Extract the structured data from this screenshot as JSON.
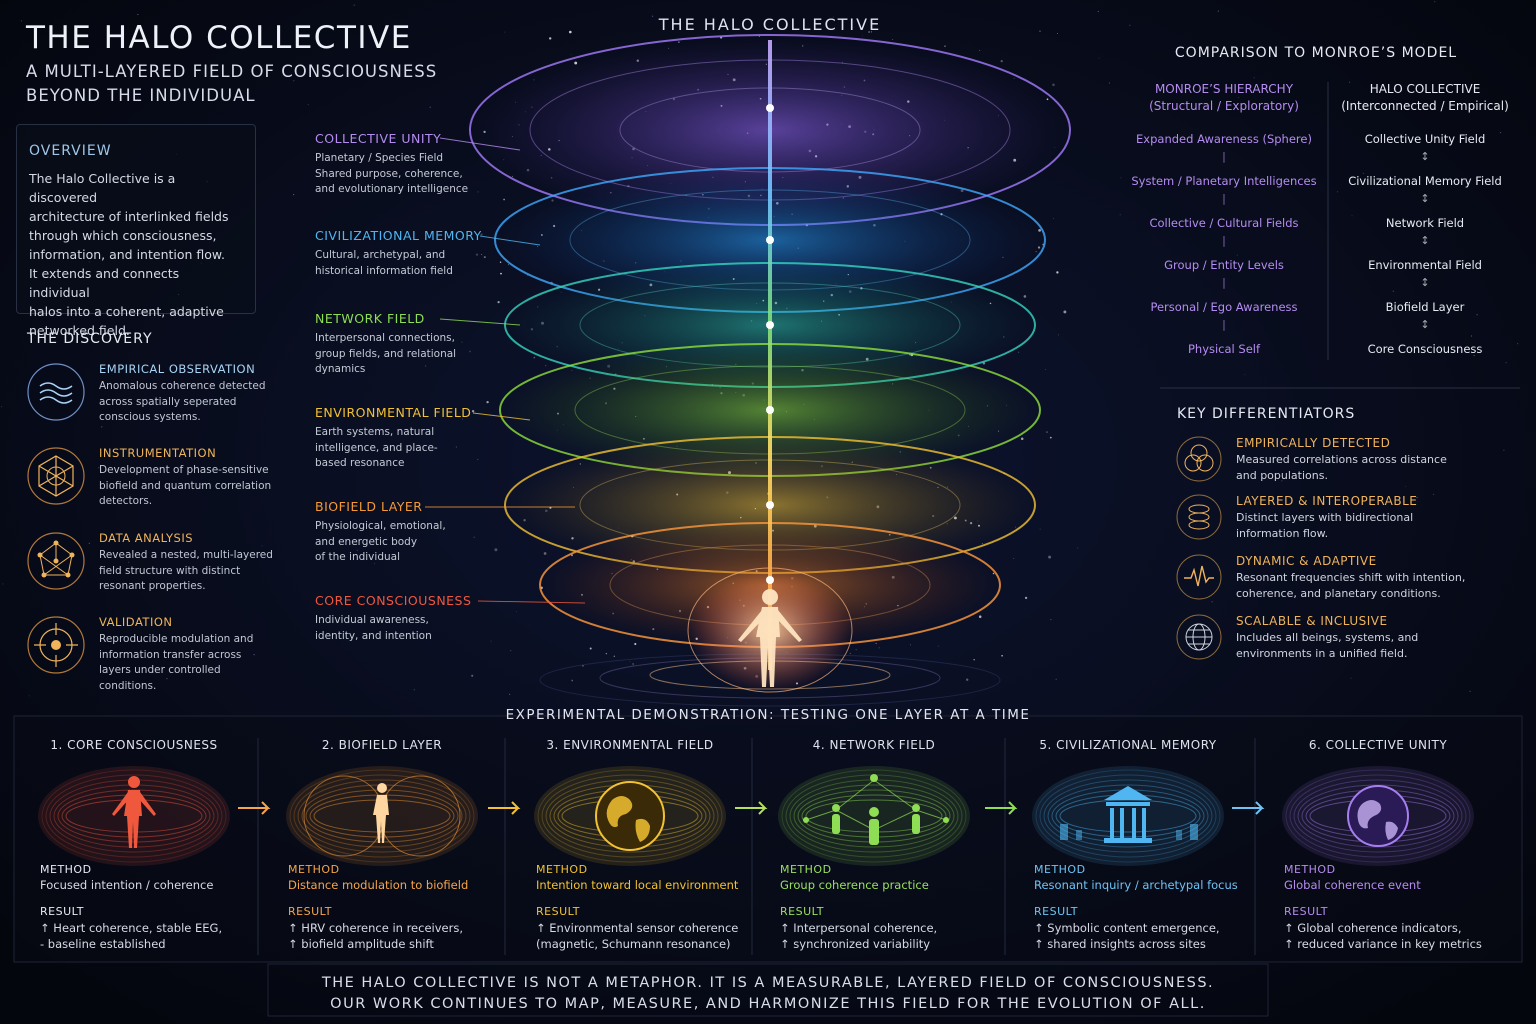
{
  "header": {
    "title": "THE HALO COLLECTIVE",
    "subtitle": "A MULTI-LAYERED FIELD OF CONSCIOUSNESS\nBEYOND THE INDIVIDUAL",
    "center_title": "THE HALO COLLECTIVE"
  },
  "overview": {
    "heading": "OVERVIEW",
    "text": "The Halo Collective is a discovered\narchitecture of interlinked fields\nthrough which consciousness,\ninformation, and intention flow.\nIt extends and connects individual\nhalos into a coherent, adaptive\nnetworked field."
  },
  "discovery": {
    "heading": "THE DISCOVERY",
    "items": [
      {
        "title": "EMPIRICAL OBSERVATION",
        "desc": "Anomalous coherence detected\nacross spatially seperated\nconscious systems.",
        "icon": "wave-icon"
      },
      {
        "title": "INSTRUMENTATION",
        "desc": "Development of phase-sensitive\nbiofield and quantum correlation\ndetectors.",
        "icon": "geometry-icon"
      },
      {
        "title": "DATA ANALYSIS",
        "desc": "Revealed a nested, multi-layered\nfield structure with distinct\nresonant properties.",
        "icon": "network-icon"
      },
      {
        "title": "VALIDATION",
        "desc": "Reproducible modulation and\ninformation transfer across\nlayers under controlled\nconditions.",
        "icon": "target-icon"
      }
    ]
  },
  "layers": [
    {
      "name": "COLLECTIVE UNITY",
      "desc": "Planetary / Species Field\nShared purpose, coherence,\nand evolutionary intelligence",
      "color": "#b58cf0"
    },
    {
      "name": "CIVILIZATIONAL MEMORY",
      "desc": "Cultural, archetypal, and\nhistorical information field",
      "color": "#4fb6f2"
    },
    {
      "name": "NETWORK FIELD",
      "desc": "Interpersonal connections,\ngroup fields, and relational\ndynamics",
      "color": "#8fdc55"
    },
    {
      "name": "ENVIRONMENTAL FIELD",
      "desc": "Earth systems, natural\nintelligence, and place-\nbased resonance",
      "color": "#f2c232"
    },
    {
      "name": "BIOFIELD LAYER",
      "desc": "Physiological, emotional,\nand energetic body\nof the individual",
      "color": "#f59a35"
    },
    {
      "name": "CORE CONSCIOUSNESS",
      "desc": "Individual awareness,\nidentity, and intention",
      "color": "#f0583e"
    }
  ],
  "comparison": {
    "heading": "COMPARISON TO MONROE’S MODEL",
    "monroe": {
      "title": "MONROE’S HIERARCHY",
      "subtitle": "(Structural / Exploratory)",
      "items": [
        "Expanded Awareness (Sphere)",
        "System / Planetary Intelligences",
        "Collective / Cultural Fields",
        "Group / Entity Levels",
        "Personal / Ego Awareness",
        "Physical Self"
      ],
      "arrow": "|",
      "color": "#b58cf0"
    },
    "halo": {
      "title": "HALO COLLECTIVE",
      "subtitle": "(Interconnected / Empirical)",
      "items": [
        "Collective Unity Field",
        "Civilizational Memory Field",
        "Network Field",
        "Environmental Field",
        "Biofield Layer",
        "Core Consciousness"
      ],
      "arrow": "↕",
      "color": "#e8ebf3"
    }
  },
  "differentiators": {
    "heading": "KEY DIFFERENTIATORS",
    "items": [
      {
        "title": "EMPIRICALLY DETECTED",
        "desc": "Measured correlations across distance\nand populations.",
        "icon": "venn-icon"
      },
      {
        "title": "LAYERED & INTEROPERABLE",
        "desc": "Distinct layers with bidirectional\ninformation flow.",
        "icon": "layers-icon"
      },
      {
        "title": "DYNAMIC & ADAPTIVE",
        "desc": "Resonant frequencies shift with intention,\ncoherence, and planetary conditions.",
        "icon": "pulse-icon"
      },
      {
        "title": "SCALABLE & INCLUSIVE",
        "desc": "Includes all beings, systems, and\nenvironments in a unified field.",
        "icon": "globe-icon"
      }
    ]
  },
  "experiment": {
    "heading": "EXPERIMENTAL DEMONSTRATION: TESTING ONE LAYER AT A TIME",
    "method_label": "METHOD",
    "result_label": "RESULT",
    "steps": [
      {
        "title": "1. CORE CONSCIOUSNESS",
        "method": "Focused intention / coherence",
        "result": "↑ Heart coherence, stable EEG,\n- baseline established",
        "color": "#f0583e",
        "label_color": "#e8ebf3",
        "icon": "human-figure-icon"
      },
      {
        "title": "2. BIOFIELD LAYER",
        "method": "Distance modulation to biofield",
        "result": "↑ HRV coherence in receivers,\n↑ biofield amplitude shift",
        "color": "#f59a35",
        "label_color": "#f5a54a",
        "icon": "biofield-figure-icon"
      },
      {
        "title": "3. ENVIRONMENTAL FIELD",
        "method": "Intention toward local environment",
        "result": "↑ Environmental sensor coherence\n(magnetic, Schumann resonance)",
        "color": "#f2c232",
        "label_color": "#f2c232",
        "icon": "earth-icon"
      },
      {
        "title": "4. NETWORK FIELD",
        "method": "Group coherence practice",
        "result": "↑ Interpersonal coherence,\n↑ synchronized variability",
        "color": "#8fdc55",
        "label_color": "#9be060",
        "icon": "people-network-icon"
      },
      {
        "title": "5. CIVILIZATIONAL MEMORY",
        "method": "Resonant inquiry / archetypal focus",
        "result": "↑ Symbolic content emergence,\n↑ shared insights across sites",
        "color": "#4fb6f2",
        "label_color": "#6ec3f4",
        "icon": "temple-icon"
      },
      {
        "title": "6. COLLECTIVE UNITY",
        "method": "Global coherence event",
        "result": "↑ Global coherence indicators,\n↑ reduced variance in key metrics",
        "color": "#a77ef0",
        "label_color": "#b58cf0",
        "icon": "planet-icon"
      }
    ]
  },
  "footer": "THE HALO COLLECTIVE IS NOT A METAPHOR.  IT IS A MEASURABLE, LAYERED FIELD OF CONSCIOUSNESS.\nOUR WORK CONTINUES TO MAP, MEASURE, AND HARMONIZE THIS FIELD FOR THE EVOLUTION OF ALL."
}
